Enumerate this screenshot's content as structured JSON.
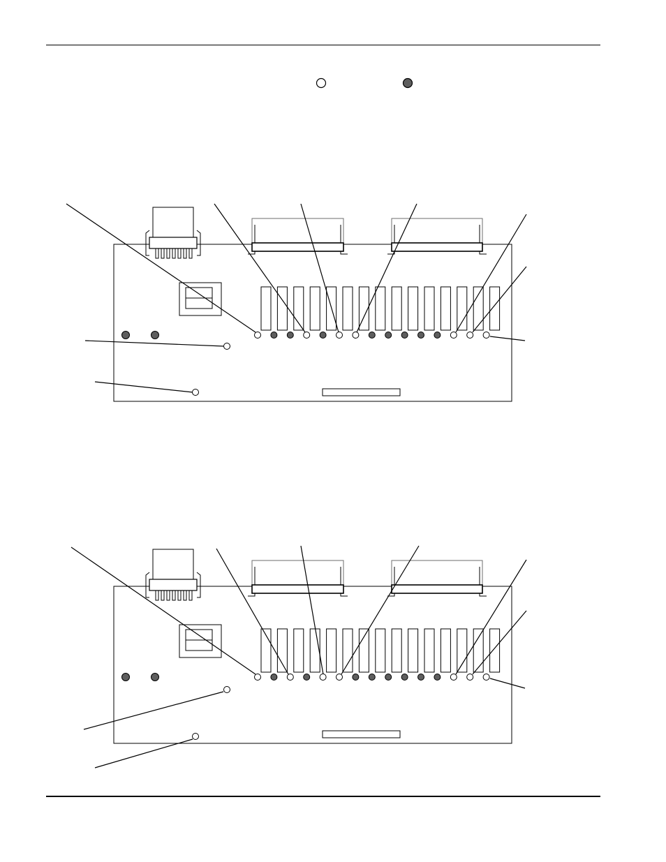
{
  "colors": {
    "line": "#000000",
    "off_led": "#ffffff",
    "on_led": "#5e5e5e",
    "connector_outline": "#6e6e6e"
  },
  "legend": {
    "items": [
      {
        "icon": "open-circle-icon",
        "state": "off"
      },
      {
        "icon": "filled-circle-icon",
        "state": "on"
      }
    ]
  },
  "boards": [
    {
      "id": "board-a",
      "leds": [
        "off",
        "on",
        "on",
        "off",
        "on",
        "off",
        "off",
        "on",
        "on",
        "on",
        "on",
        "on",
        "off",
        "off",
        "off"
      ],
      "lower_leds": [
        "off",
        "off"
      ],
      "left_leds": [
        "on",
        "on"
      ]
    },
    {
      "id": "board-b",
      "leds": [
        "off",
        "on",
        "off",
        "on",
        "off",
        "off",
        "on",
        "on",
        "on",
        "on",
        "on",
        "on",
        "off",
        "off",
        "off"
      ],
      "lower_leds": [
        "off",
        "off"
      ],
      "left_leds": [
        "on",
        "on"
      ]
    }
  ]
}
